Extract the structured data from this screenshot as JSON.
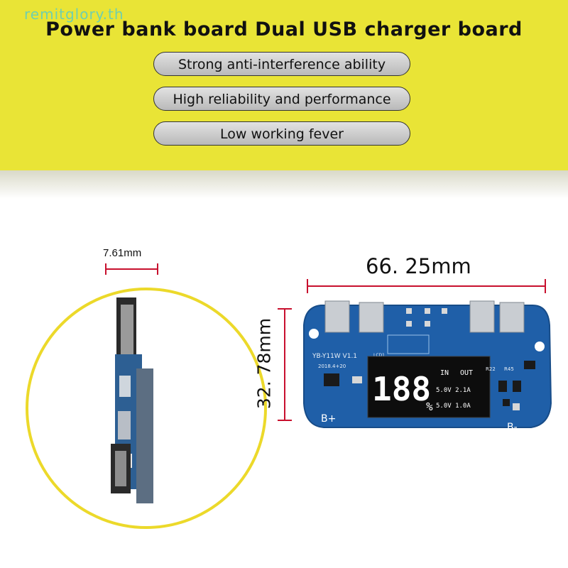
{
  "watermark": "remitglory.th",
  "title": "Power bank board Dual USB charger board",
  "features": [
    "Strong anti-interference ability",
    "High reliability and performance",
    "Low working fever"
  ],
  "dimensions": {
    "thickness": "7.61mm",
    "width": "66. 25mm",
    "height": "32. 78mm"
  },
  "board": {
    "model": "YB-Y11W V1.1",
    "date": "2018.4+20",
    "lcd_label": "LCD1",
    "digits": "188",
    "percent": "%",
    "in_label": "IN",
    "out_label": "OUT",
    "out1": "5.0V 2.1A",
    "out2": "5.0V 1.0A",
    "r22": "R22",
    "r45": "R45",
    "bplus": "B+",
    "bminus": "B-"
  },
  "colors": {
    "banner": "#e9e436",
    "pcb": "#1f5fa8",
    "dimension_line": "#c8102e",
    "circle": "#ecd92a"
  }
}
